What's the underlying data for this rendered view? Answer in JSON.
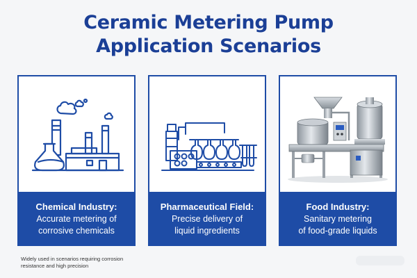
{
  "header": {
    "title_line1": "Ceramic Metering Pump",
    "title_line2": "Application Scenarios"
  },
  "cards": [
    {
      "title": "Chemical Industry:",
      "desc_line1": "Accurate metering of",
      "desc_line2": "corrosive chemicals",
      "icon": "chemical-factory-icon"
    },
    {
      "title": "Pharmaceutical Field:",
      "desc_line1": "Precise delivery of",
      "desc_line2": "liquid ingredients",
      "icon": "pharma-lab-icon"
    },
    {
      "title": "Food Industry:",
      "desc_line1": "Sanitary metering",
      "desc_line2": "of food-grade liquids",
      "icon": "food-processing-machine-image"
    }
  ],
  "footnote": {
    "line1": "Widely used in scenarios requiring corrosion",
    "line2": "resistance and high precision"
  },
  "colors": {
    "brand_blue": "#1e4ca6",
    "title_blue": "#1b3f96",
    "background": "#f5f6f8"
  }
}
